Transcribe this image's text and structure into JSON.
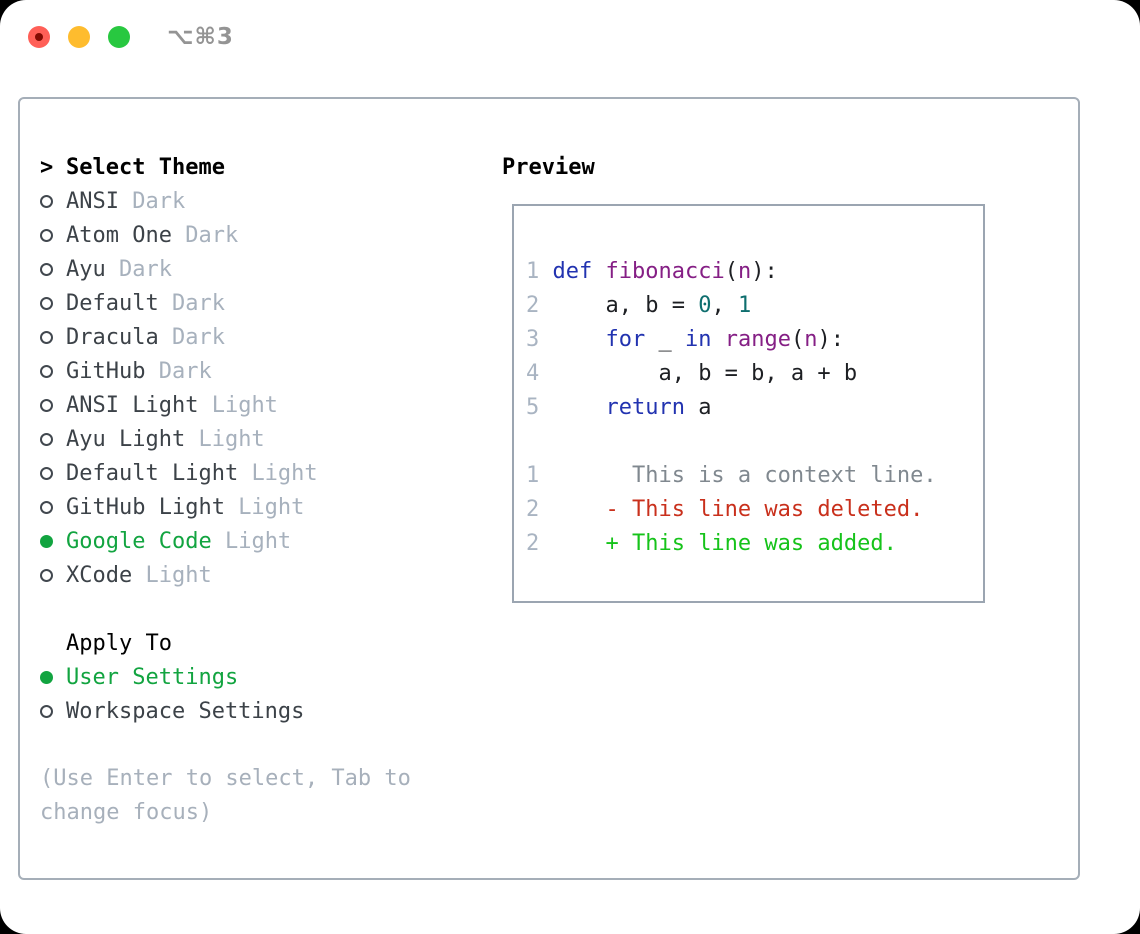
{
  "titlebar": {
    "title": "⌥⌘3"
  },
  "theme_selector": {
    "header_prompt": ">",
    "header": "Select Theme",
    "items": [
      {
        "name": "ANSI",
        "tag": "Dark",
        "selected": false
      },
      {
        "name": "Atom One",
        "tag": "Dark",
        "selected": false
      },
      {
        "name": "Ayu",
        "tag": "Dark",
        "selected": false
      },
      {
        "name": "Default",
        "tag": "Dark",
        "selected": false
      },
      {
        "name": "Dracula",
        "tag": "Dark",
        "selected": false
      },
      {
        "name": "GitHub",
        "tag": "Dark",
        "selected": false
      },
      {
        "name": "ANSI Light",
        "tag": "Light",
        "selected": false
      },
      {
        "name": "Ayu Light",
        "tag": "Light",
        "selected": false
      },
      {
        "name": "Default Light",
        "tag": "Light",
        "selected": false
      },
      {
        "name": "GitHub Light",
        "tag": "Light",
        "selected": false
      },
      {
        "name": "Google Code",
        "tag": "Light",
        "selected": true
      },
      {
        "name": "XCode",
        "tag": "Light",
        "selected": false
      }
    ]
  },
  "apply_to": {
    "header": "Apply To",
    "items": [
      {
        "name": "User Settings",
        "selected": true
      },
      {
        "name": "Workspace Settings",
        "selected": false
      }
    ]
  },
  "hint": "(Use Enter to select, Tab to change focus)",
  "preview": {
    "header": "Preview",
    "code_lines": [
      {
        "num": "1",
        "tokens": [
          [
            "plain",
            " "
          ],
          [
            "kw",
            "def"
          ],
          [
            "plain",
            " "
          ],
          [
            "fn",
            "fibonacci"
          ],
          [
            "plain",
            "("
          ],
          [
            "fn",
            "n"
          ],
          [
            "plain",
            "):"
          ]
        ]
      },
      {
        "num": "2",
        "tokens": [
          [
            "plain",
            "     a, b = "
          ],
          [
            "num",
            "0"
          ],
          [
            "plain",
            ", "
          ],
          [
            "num",
            "1"
          ]
        ]
      },
      {
        "num": "3",
        "tokens": [
          [
            "plain",
            "     "
          ],
          [
            "kw",
            "for"
          ],
          [
            "plain",
            " _ "
          ],
          [
            "kw",
            "in"
          ],
          [
            "plain",
            " "
          ],
          [
            "fn",
            "range"
          ],
          [
            "plain",
            "("
          ],
          [
            "fn",
            "n"
          ],
          [
            "plain",
            "):"
          ]
        ]
      },
      {
        "num": "4",
        "tokens": [
          [
            "plain",
            "         a, b = b, a + b"
          ]
        ]
      },
      {
        "num": "5",
        "tokens": [
          [
            "plain",
            "     "
          ],
          [
            "kw",
            "return"
          ],
          [
            "plain",
            " a"
          ]
        ]
      }
    ],
    "diff_lines": [
      {
        "num": "1",
        "type": "ctx",
        "text": "       This is a context line."
      },
      {
        "num": "2",
        "type": "del",
        "text": "     - This line was deleted."
      },
      {
        "num": "2",
        "type": "add",
        "text": "     + This line was added."
      }
    ]
  },
  "colors": {
    "accent_green": "#12a440",
    "diff_added": "#16c31a",
    "diff_deleted": "#c9301c",
    "diff_context": "#80888f",
    "keyword": "#2233b0",
    "function_name": "#851f85",
    "number_literal": "#0e6e6e",
    "code_plain": "#1d1f23",
    "line_number": "#a9b4c2",
    "text_primary": "#3c4248",
    "text_tag": "#a7b1bd",
    "text_hint": "#a7b0bb",
    "header_black": "#000000",
    "bullet_outline": "#42484f",
    "panel_border": "#a5aeb8",
    "preview_border": "#9ba5b1",
    "titlebar_title": "#949494",
    "traffic_red": "#ff5f57",
    "traffic_red_dot": "#820b03",
    "traffic_yellow": "#febc2e",
    "traffic_green": "#28c840",
    "window_bg": "#ffffff",
    "outside_bg": "#000000"
  }
}
